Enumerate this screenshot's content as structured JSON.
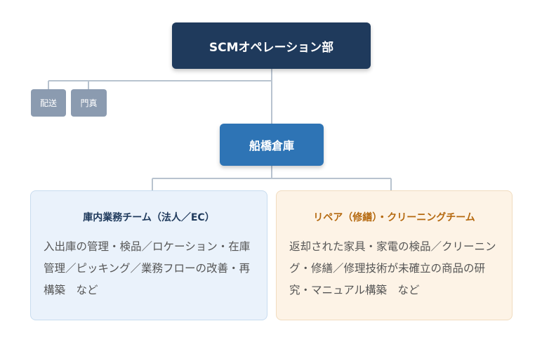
{
  "org": {
    "top": "SCMオペレーション部",
    "side_units": [
      "配送",
      "門真"
    ],
    "middle": "船橋倉庫",
    "teams": [
      {
        "title": "庫内業務チーム（法人／EC）",
        "description": "入出庫の管理・検品／ロケーション・在庫管理／ピッキング／業務フローの改善・再構築　など"
      },
      {
        "title": "リペア（修繕）・クリーニングチーム",
        "description": "返却された家具・家電の検品／クリーニング・修繕／修理技術が未確立の商品の研究・マニュアル構築　など"
      }
    ]
  },
  "colors": {
    "top_box": "#1f3a5c",
    "side_chip": "#8b9bb0",
    "middle_box": "#2e74b5",
    "connector": "#b8c3cf",
    "left_card_bg": "#eaf2fb",
    "left_card_title": "#1f3a5c",
    "right_card_bg": "#fdf3e6",
    "right_card_title": "#b5690f"
  }
}
